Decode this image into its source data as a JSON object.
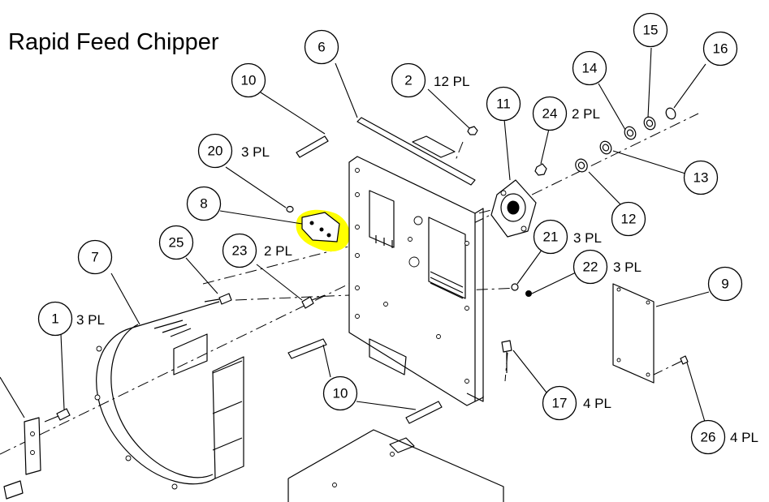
{
  "title": "Rapid Feed Chipper",
  "callouts": [
    {
      "id": "c1",
      "number": "1",
      "qty": "3 PL"
    },
    {
      "id": "c2",
      "number": "2",
      "qty": "12 PL"
    },
    {
      "id": "c6",
      "number": "6",
      "qty": ""
    },
    {
      "id": "c7",
      "number": "7",
      "qty": ""
    },
    {
      "id": "c8",
      "number": "8",
      "qty": ""
    },
    {
      "id": "c9",
      "number": "9",
      "qty": ""
    },
    {
      "id": "c10a",
      "number": "10",
      "qty": ""
    },
    {
      "id": "c10b",
      "number": "10",
      "qty": ""
    },
    {
      "id": "c11",
      "number": "11",
      "qty": ""
    },
    {
      "id": "c12",
      "number": "12",
      "qty": ""
    },
    {
      "id": "c13",
      "number": "13",
      "qty": ""
    },
    {
      "id": "c14",
      "number": "14",
      "qty": ""
    },
    {
      "id": "c15",
      "number": "15",
      "qty": ""
    },
    {
      "id": "c16",
      "number": "16",
      "qty": ""
    },
    {
      "id": "c17",
      "number": "17",
      "qty": "4 PL"
    },
    {
      "id": "c20",
      "number": "20",
      "qty": "3 PL"
    },
    {
      "id": "c21",
      "number": "21",
      "qty": "3 PL"
    },
    {
      "id": "c22",
      "number": "22",
      "qty": "3 PL"
    },
    {
      "id": "c23",
      "number": "23",
      "qty": "2 PL"
    },
    {
      "id": "c24",
      "number": "24",
      "qty": "2 PL"
    },
    {
      "id": "c25",
      "number": "25",
      "qty": ""
    },
    {
      "id": "c26",
      "number": "26",
      "qty": "4 PL"
    }
  ],
  "highlight_color": "#ffff00",
  "highlighted_part": "8"
}
